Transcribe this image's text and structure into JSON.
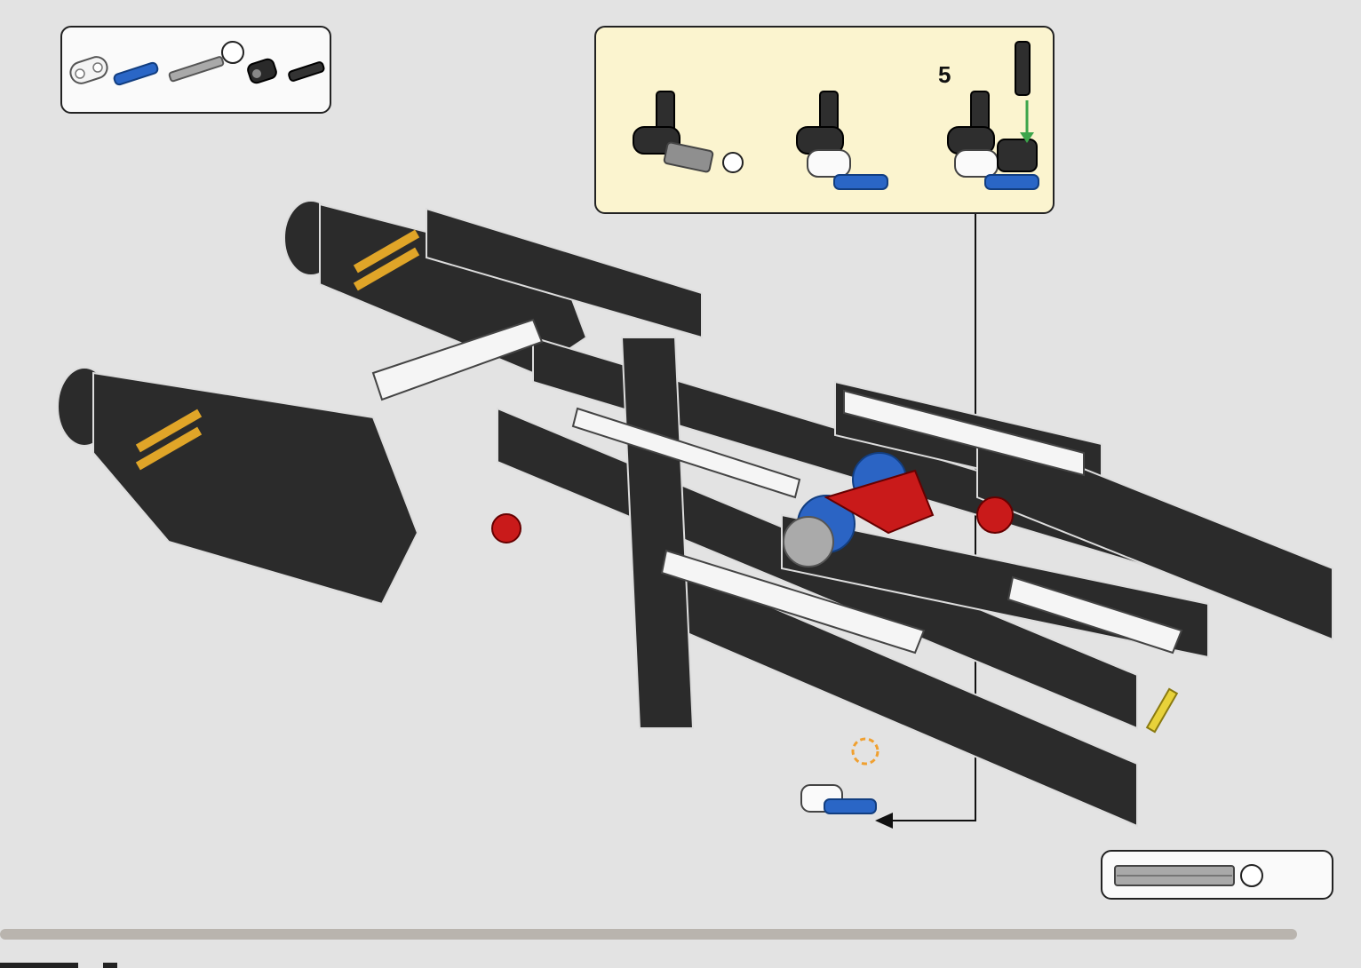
{
  "instruction_page": {
    "parts_callout": {
      "parts": [
        {
          "name": "white-connector",
          "color": "#f2f2f2"
        },
        {
          "name": "blue-axle-pin",
          "color": "#1f5fbf"
        },
        {
          "name": "grey-axle",
          "color": "#9a9a9a"
        },
        {
          "name": "black-connector",
          "color": "#2a2a2a"
        },
        {
          "name": "black-bush-pin",
          "color": "#3a3a3a"
        }
      ]
    },
    "sub_assembly": {
      "step_label": "5",
      "background": "#fbf4cf",
      "arrow_color": "#3ca54b"
    },
    "axle_length_callout": {
      "part": "grey-axle"
    },
    "colors": {
      "model_black": "#2b2b2b",
      "accent_red": "#c91a1a",
      "accent_blue": "#2b64c4",
      "accent_yellow": "#e0a528",
      "highlight_orange": "#f0a030"
    }
  }
}
